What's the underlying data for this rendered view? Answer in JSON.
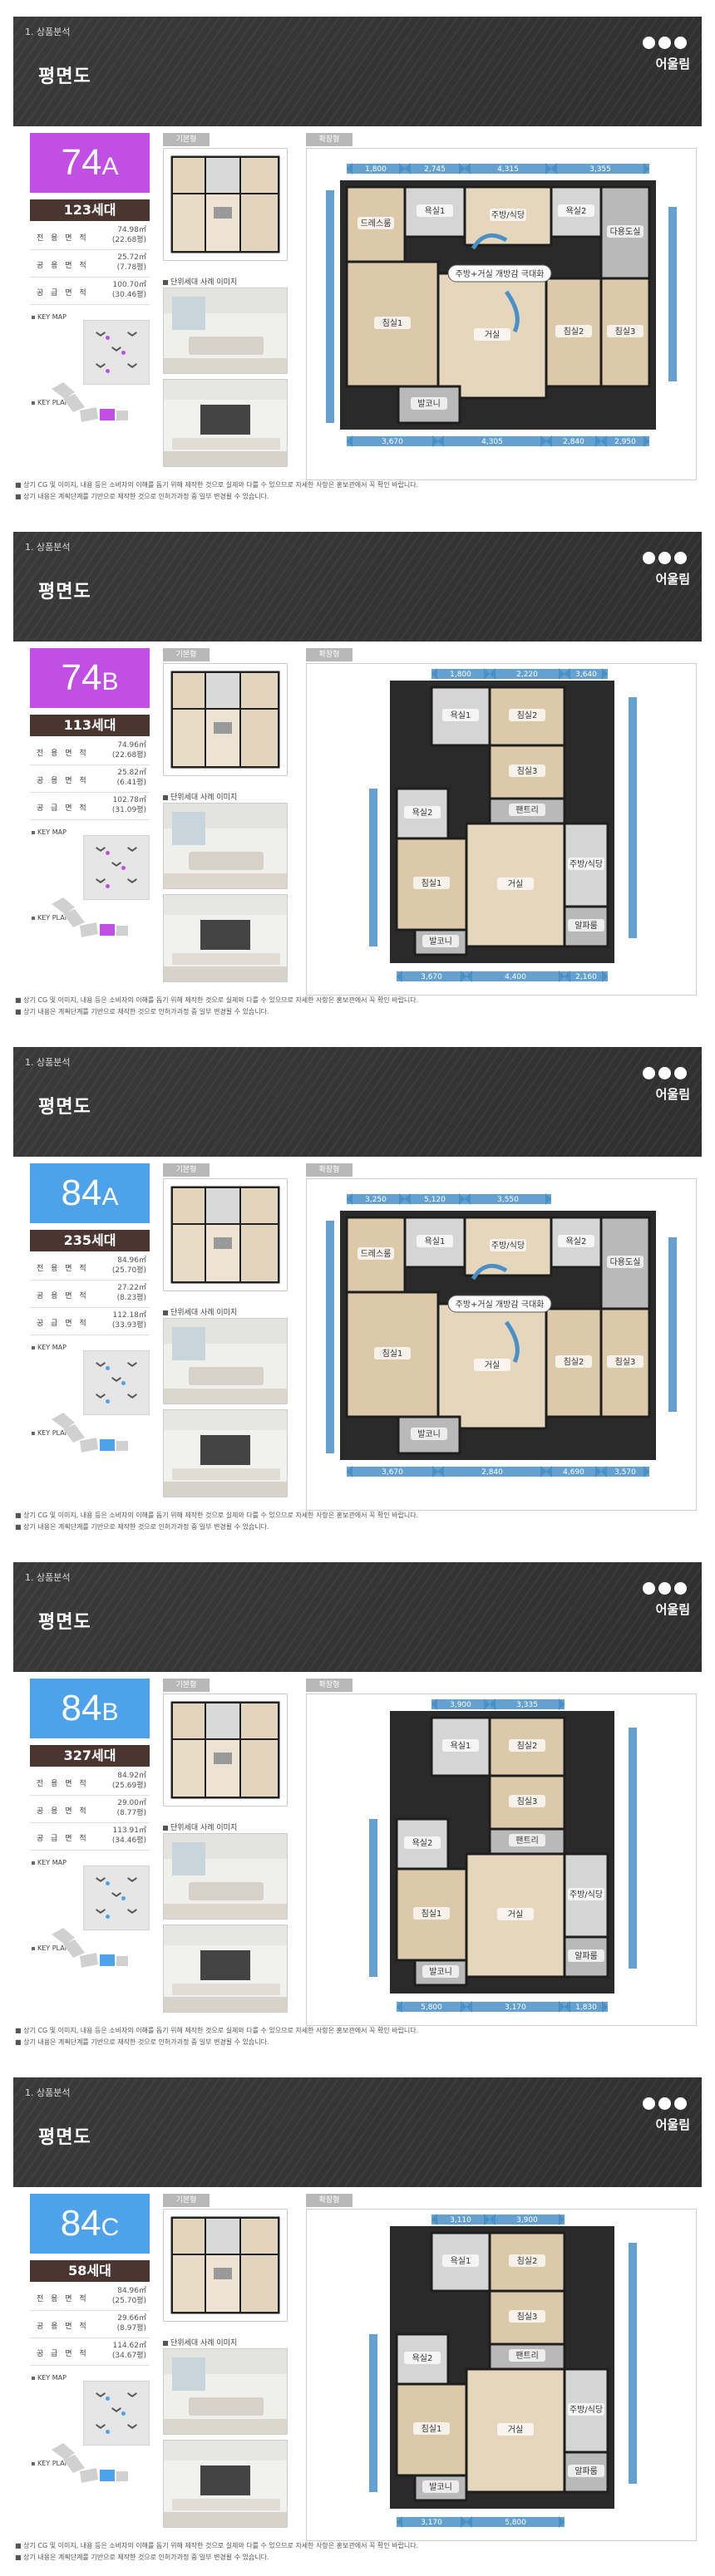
{
  "header": {
    "subtitle": "1. 상품분석",
    "title": "평면도",
    "logo_text": "어울림"
  },
  "common": {
    "tab_basic": "기본형",
    "tab_expanded": "확장형",
    "interior_caption": "단위세대 사례 이미지",
    "area_labels": {
      "exclusive": "전 용 면 적",
      "common": "공 용 면 적",
      "supply": "공 급 면 적"
    },
    "keymap_label": "KEY MAP",
    "keyplan_label": "KEY PLAN",
    "note1": "상기 CG 및 이미지, 내용 등은 소비자의 이해를 돕기 위해 제작한 것으로 실제와 다를 수 있으므로 자세한 사항은 홍보관에서 꼭 확인 바랍니다.",
    "note2": "상기 내용은 계획단계를 기반으로 제작한 것으로 인허가과정 중 일부 변경될 수 있습니다.",
    "room_labels": {
      "bed1": "침실1",
      "bed2": "침실2",
      "bed3": "침실3",
      "living": "거실",
      "kitchen": "주방/식당",
      "dress": "드레스룸",
      "bath1": "욕실1",
      "bath2": "욕실2",
      "balcony": "발코니",
      "alpha": "알파룸",
      "pantry": "팬트리",
      "laundry": "다용도실"
    },
    "colors": {
      "purple": "#c14fe6",
      "blue": "#4ea2ea",
      "header": "#333333",
      "units_bg": "#4a3530",
      "dim_arrow": "#4a90c8"
    },
    "icon_names": [
      "logo-dots-icon",
      "bullet-square-icon",
      "chevron-icon",
      "dimension-arrow-icon"
    ]
  },
  "units": [
    {
      "type_num": "74",
      "type_letter": "A",
      "badge_color": "#c14fe6",
      "households": "123세대",
      "exclusive": {
        "m2": "74.98㎡",
        "py": "(22.68평)"
      },
      "common": {
        "m2": "25.72㎡",
        "py": "(7.78평)"
      },
      "supply": {
        "m2": "100.70㎡",
        "py": "(30.46평)"
      },
      "dims_top": [
        "1,800",
        "2,745",
        "4,315",
        "3,355"
      ],
      "dims_bottom": [
        "3,670",
        "4,305",
        "2,840",
        "2,950"
      ],
      "callout": "주방+거실 개방감 극대화"
    },
    {
      "type_num": "74",
      "type_letter": "B",
      "badge_color": "#c14fe6",
      "households": "113세대",
      "exclusive": {
        "m2": "74.96㎡",
        "py": "(22.68평)"
      },
      "common": {
        "m2": "25.82㎡",
        "py": "(6.41평)"
      },
      "supply": {
        "m2": "102.78㎡",
        "py": "(31.09평)"
      },
      "dims_top": [
        "1,800",
        "2,220",
        "3,640"
      ],
      "dims_bottom": [
        "3,670",
        "4,400",
        "2,160"
      ],
      "callout": ""
    },
    {
      "type_num": "84",
      "type_letter": "A",
      "badge_color": "#4ea2ea",
      "households": "235세대",
      "exclusive": {
        "m2": "84.96㎡",
        "py": "(25.70평)"
      },
      "common": {
        "m2": "27.22㎡",
        "py": "(8.23평)"
      },
      "supply": {
        "m2": "112.18㎡",
        "py": "(33.93평)"
      },
      "dims_top": [
        "3,250",
        "5,120",
        "3,550"
      ],
      "dims_bottom": [
        "3,670",
        "2,840",
        "4,690",
        "3,570"
      ],
      "callout": "주방+거실 개방감 극대화"
    },
    {
      "type_num": "84",
      "type_letter": "B",
      "badge_color": "#4ea2ea",
      "households": "327세대",
      "exclusive": {
        "m2": "84.92㎡",
        "py": "(25.69평)"
      },
      "common": {
        "m2": "29.00㎡",
        "py": "(8.77평)"
      },
      "supply": {
        "m2": "113.91㎡",
        "py": "(34.46평)"
      },
      "dims_top": [
        "3,900",
        "3,335"
      ],
      "dims_bottom": [
        "5,800",
        "3,170",
        "1,830"
      ],
      "callout": ""
    },
    {
      "type_num": "84",
      "type_letter": "C",
      "badge_color": "#4ea2ea",
      "households": "58세대",
      "exclusive": {
        "m2": "84.96㎡",
        "py": "(25.70평)"
      },
      "common": {
        "m2": "29.66㎡",
        "py": "(8.97평)"
      },
      "supply": {
        "m2": "114.62㎡",
        "py": "(34.67평)"
      },
      "dims_top": [
        "3,110",
        "3,900"
      ],
      "dims_bottom": [
        "3,170",
        "5,800"
      ],
      "callout": ""
    }
  ]
}
